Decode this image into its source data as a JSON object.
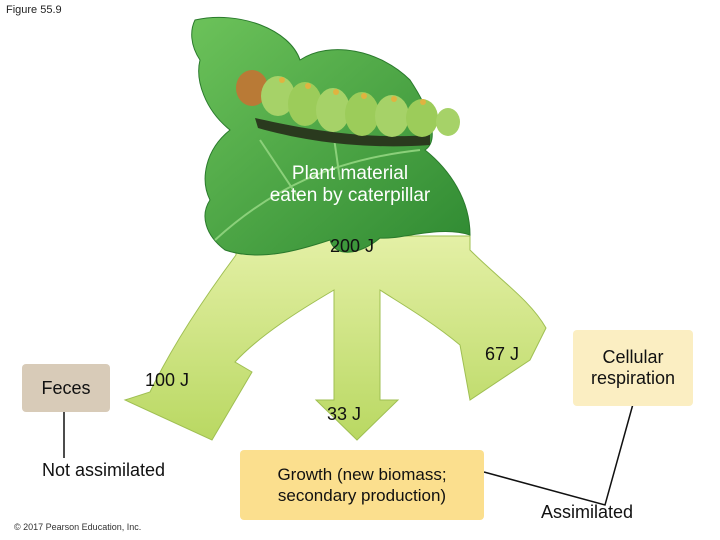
{
  "figure_label": "Figure 55.9",
  "copyright": "© 2017 Pearson Education, Inc.",
  "plant_label": {
    "line1": "Plant material",
    "line2": "eaten by caterpillar"
  },
  "flows": {
    "input": "200 J",
    "feces": "100 J",
    "respiration": "67 J",
    "growth": "33 J"
  },
  "boxes": {
    "feces": "Feces",
    "respiration_line1": "Cellular",
    "respiration_line2": "respiration",
    "growth_line1": "Growth (new biomass;",
    "growth_line2": "secondary production)"
  },
  "captions": {
    "not_assimilated": "Not assimilated",
    "assimilated": "Assimilated"
  },
  "colors": {
    "leaf": "#3e9e3a",
    "caterpillar": "#9ccc5a",
    "arrow": "#c9e27a",
    "feces_box": "#d8cbb8",
    "respiration_box": "#fbeec2",
    "growth_box": "#fbdf8e"
  }
}
